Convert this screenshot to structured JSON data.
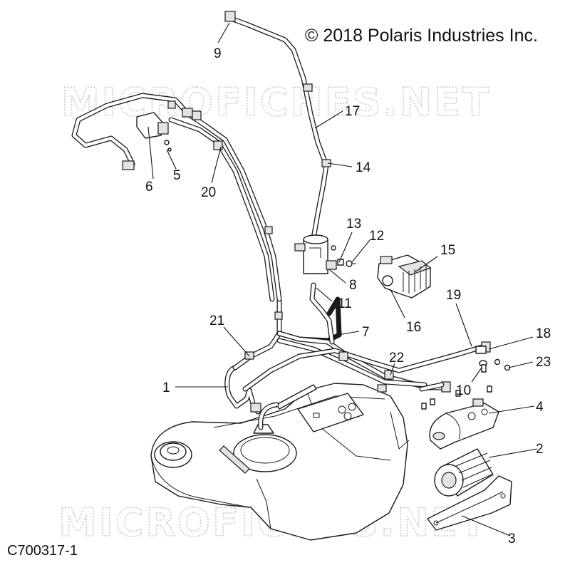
{
  "copyright": "© 2018 Polaris Industries Inc.",
  "figure_id": "C700317-1",
  "watermark": "MICROFICHES.NET",
  "callouts": {
    "c1": "1",
    "c2": "2",
    "c3": "3",
    "c4": "4",
    "c5": "5",
    "c6": "6",
    "c7": "7",
    "c8": "8",
    "c9": "9",
    "c10": "10",
    "c11": "11",
    "c12": "12",
    "c13": "13",
    "c14": "14",
    "c15": "15",
    "c16": "16",
    "c17": "17",
    "c18": "18",
    "c19": "19",
    "c20": "20",
    "c21": "21",
    "c22": "22",
    "c23": "23"
  }
}
